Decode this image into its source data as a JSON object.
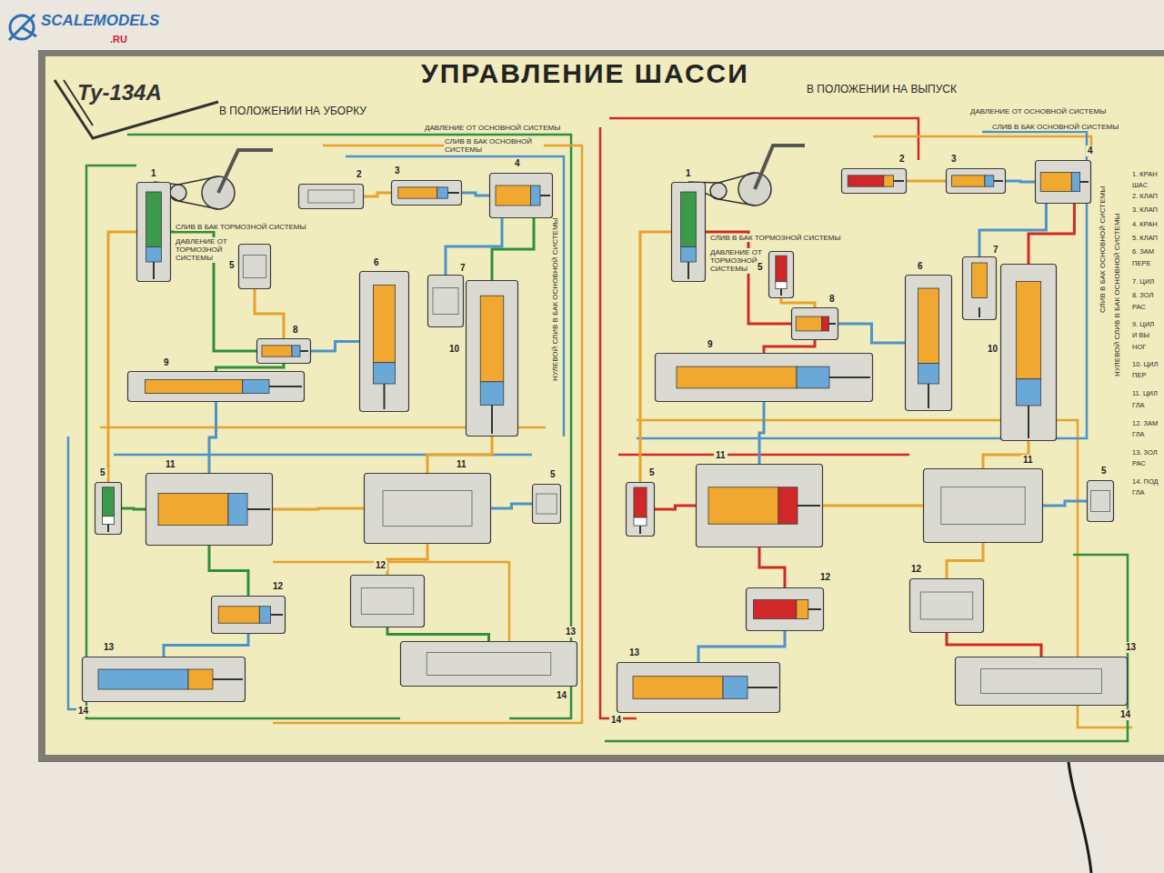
{
  "diagram": {
    "title": "УПРАВЛЕНИЕ ШАССИ",
    "nodes": [
      {
        "text": [
          "1"
        ]
      },
      {
        "text": [
          "2"
        ]
      },
      {
        "text": [
          "3"
        ]
      },
      {
        "text": [
          "4"
        ]
      },
      {
        "text": [
          "5"
        ]
      },
      {
        "text": [
          "6"
        ]
      },
      {
        "text": [
          "7"
        ]
      },
      {
        "text": [
          "10"
        ]
      },
      {
        "text": [
          "8"
        ]
      },
      {
        "text": [
          "9"
        ]
      },
      {
        "text": [
          "5"
        ]
      },
      {
        "text": [
          "11"
        ]
      },
      {
        "text": [
          "11"
        ]
      },
      {
        "text": [
          "5"
        ]
      },
      {
        "text": [
          "12"
        ]
      },
      {
        "text": [
          "12"
        ]
      },
      {
        "text": [
          "13",
          "14"
        ]
      },
      {
        "text": [
          "13",
          "14"
        ]
      },
      {
        "text": [
          "1"
        ]
      },
      {
        "text": [
          "2"
        ]
      },
      {
        "text": [
          "3"
        ]
      },
      {
        "text": [
          "4"
        ]
      },
      {
        "text": [
          "5"
        ]
      },
      {
        "text": [
          "6"
        ]
      },
      {
        "text": [
          "7"
        ]
      },
      {
        "text": [
          "10"
        ]
      },
      {
        "text": [
          "8"
        ]
      },
      {
        "text": [
          "9"
        ]
      },
      {
        "text": [
          "5"
        ]
      },
      {
        "text": [
          "11"
        ]
      },
      {
        "text": [
          "11"
        ]
      },
      {
        "text": [
          "5"
        ]
      },
      {
        "text": [
          "12"
        ]
      },
      {
        "text": [
          "12"
        ]
      },
      {
        "text": [
          "13",
          "14"
        ]
      },
      {
        "text": [
          "13",
          "14"
        ]
      }
    ],
    "edges": [
      {
        "from": 0,
        "to": 8,
        "arrow": "none"
      },
      {
        "from": 1,
        "to": 2,
        "arrow": "none"
      },
      {
        "from": 2,
        "to": 3,
        "arrow": "none"
      },
      {
        "from": 3,
        "to": 7,
        "arrow": "none"
      },
      {
        "from": 4,
        "to": 8,
        "arrow": "none"
      },
      {
        "from": 5,
        "to": 8,
        "arrow": "none"
      },
      {
        "from": 8,
        "to": 9,
        "arrow": "none"
      },
      {
        "from": 7,
        "to": 12,
        "arrow": "none"
      },
      {
        "from": 9,
        "to": 11,
        "arrow": "none"
      },
      {
        "from": 10,
        "to": 11,
        "arrow": "none"
      },
      {
        "from": 11,
        "to": 12,
        "arrow": "none"
      },
      {
        "from": 13,
        "to": 12,
        "arrow": "none"
      },
      {
        "from": 11,
        "to": 14,
        "arrow": "none"
      },
      {
        "from": 12,
        "to": 15,
        "arrow": "none"
      },
      {
        "from": 14,
        "to": 16,
        "arrow": "none"
      },
      {
        "from": 15,
        "to": 17,
        "arrow": "none"
      },
      {
        "from": 0,
        "to": 10,
        "arrow": "none"
      },
      {
        "from": 6,
        "to": 3,
        "arrow": "none"
      },
      {
        "from": 18,
        "to": 26,
        "arrow": "none"
      },
      {
        "from": 19,
        "to": 20,
        "arrow": "none"
      },
      {
        "from": 20,
        "to": 21,
        "arrow": "none"
      },
      {
        "from": 21,
        "to": 25,
        "arrow": "none"
      },
      {
        "from": 22,
        "to": 26,
        "arrow": "none"
      },
      {
        "from": 23,
        "to": 26,
        "arrow": "none"
      },
      {
        "from": 26,
        "to": 27,
        "arrow": "none"
      },
      {
        "from": 25,
        "to": 30,
        "arrow": "none"
      },
      {
        "from": 27,
        "to": 29,
        "arrow": "none"
      },
      {
        "from": 28,
        "to": 29,
        "arrow": "none"
      },
      {
        "from": 29,
        "to": 30,
        "arrow": "none"
      },
      {
        "from": 31,
        "to": 30,
        "arrow": "none"
      },
      {
        "from": 29,
        "to": 32,
        "arrow": "none"
      },
      {
        "from": 30,
        "to": 33,
        "arrow": "none"
      },
      {
        "from": 32,
        "to": 34,
        "arrow": "none"
      },
      {
        "from": 33,
        "to": 35,
        "arrow": "none"
      },
      {
        "from": 18,
        "to": 28,
        "arrow": "none"
      },
      {
        "from": 24,
        "to": 21,
        "arrow": "none"
      }
    ],
    "labels": [
      "SCALEMODELS",
      ".RU",
      "Ту-134А",
      "В ПОЛОЖЕНИИ НА УБОРКУ",
      "В ПОЛОЖЕНИИ НА ВЫПУСК",
      "ДАВЛЕНИЕ ОТ ОСНОВНОЙ СИСТЕМЫ",
      "СЛИВ В БАК ОСНОВНОЙ СИСТЕМЫ",
      "СЛИВ В БАК ТОРМОЗНОЙ СИСТЕМЫ",
      "ДАВЛЕНИЕ ОТ ТОРМОЗНОЙ СИСТЕМЫ",
      "НУЛЕВОЙ СЛИВ В БАК ОСНОВНОЙ СИСТЕМЫ",
      "ДАВЛЕНИЕ ОТ ОСНОВНОЙ СИСТЕМЫ",
      "СЛИВ В БАК ОСНОВНОЙ СИСТЕМЫ",
      "СЛИВ В БАК ТОРМОЗНОЙ СИСТЕМЫ",
      "ДАВЛЕНИЕ ОТ ТОРМОЗНОЙ СИСТЕМЫ",
      "СЛИВ В БАК ОСНОВНОЙ СИСТЕМЫ",
      "НУЛЕВОЙ СЛИВ В БАК ОСНОВНОЙ СИСТЕМЫ",
      "1. КРАН",
      "ШАС",
      "2. КЛАП",
      "3. КЛАП",
      "4. КРАН",
      "5. КЛАП",
      "6. ЗАМ",
      "ПЕРЕ",
      "7. ЦИЛ",
      "8. ЗОЛ",
      "РАС",
      "9. ЦИЛ",
      "И ВЫ",
      "НОГ",
      "10. ЦИЛ",
      "ПЕР",
      "11. ЦИЛ",
      "ГЛА",
      "12. ЗАМ",
      "ГЛА",
      "13. ЗОЛ",
      "РАС",
      "14. ПОД",
      "ГЛА"
    ]
  }
}
